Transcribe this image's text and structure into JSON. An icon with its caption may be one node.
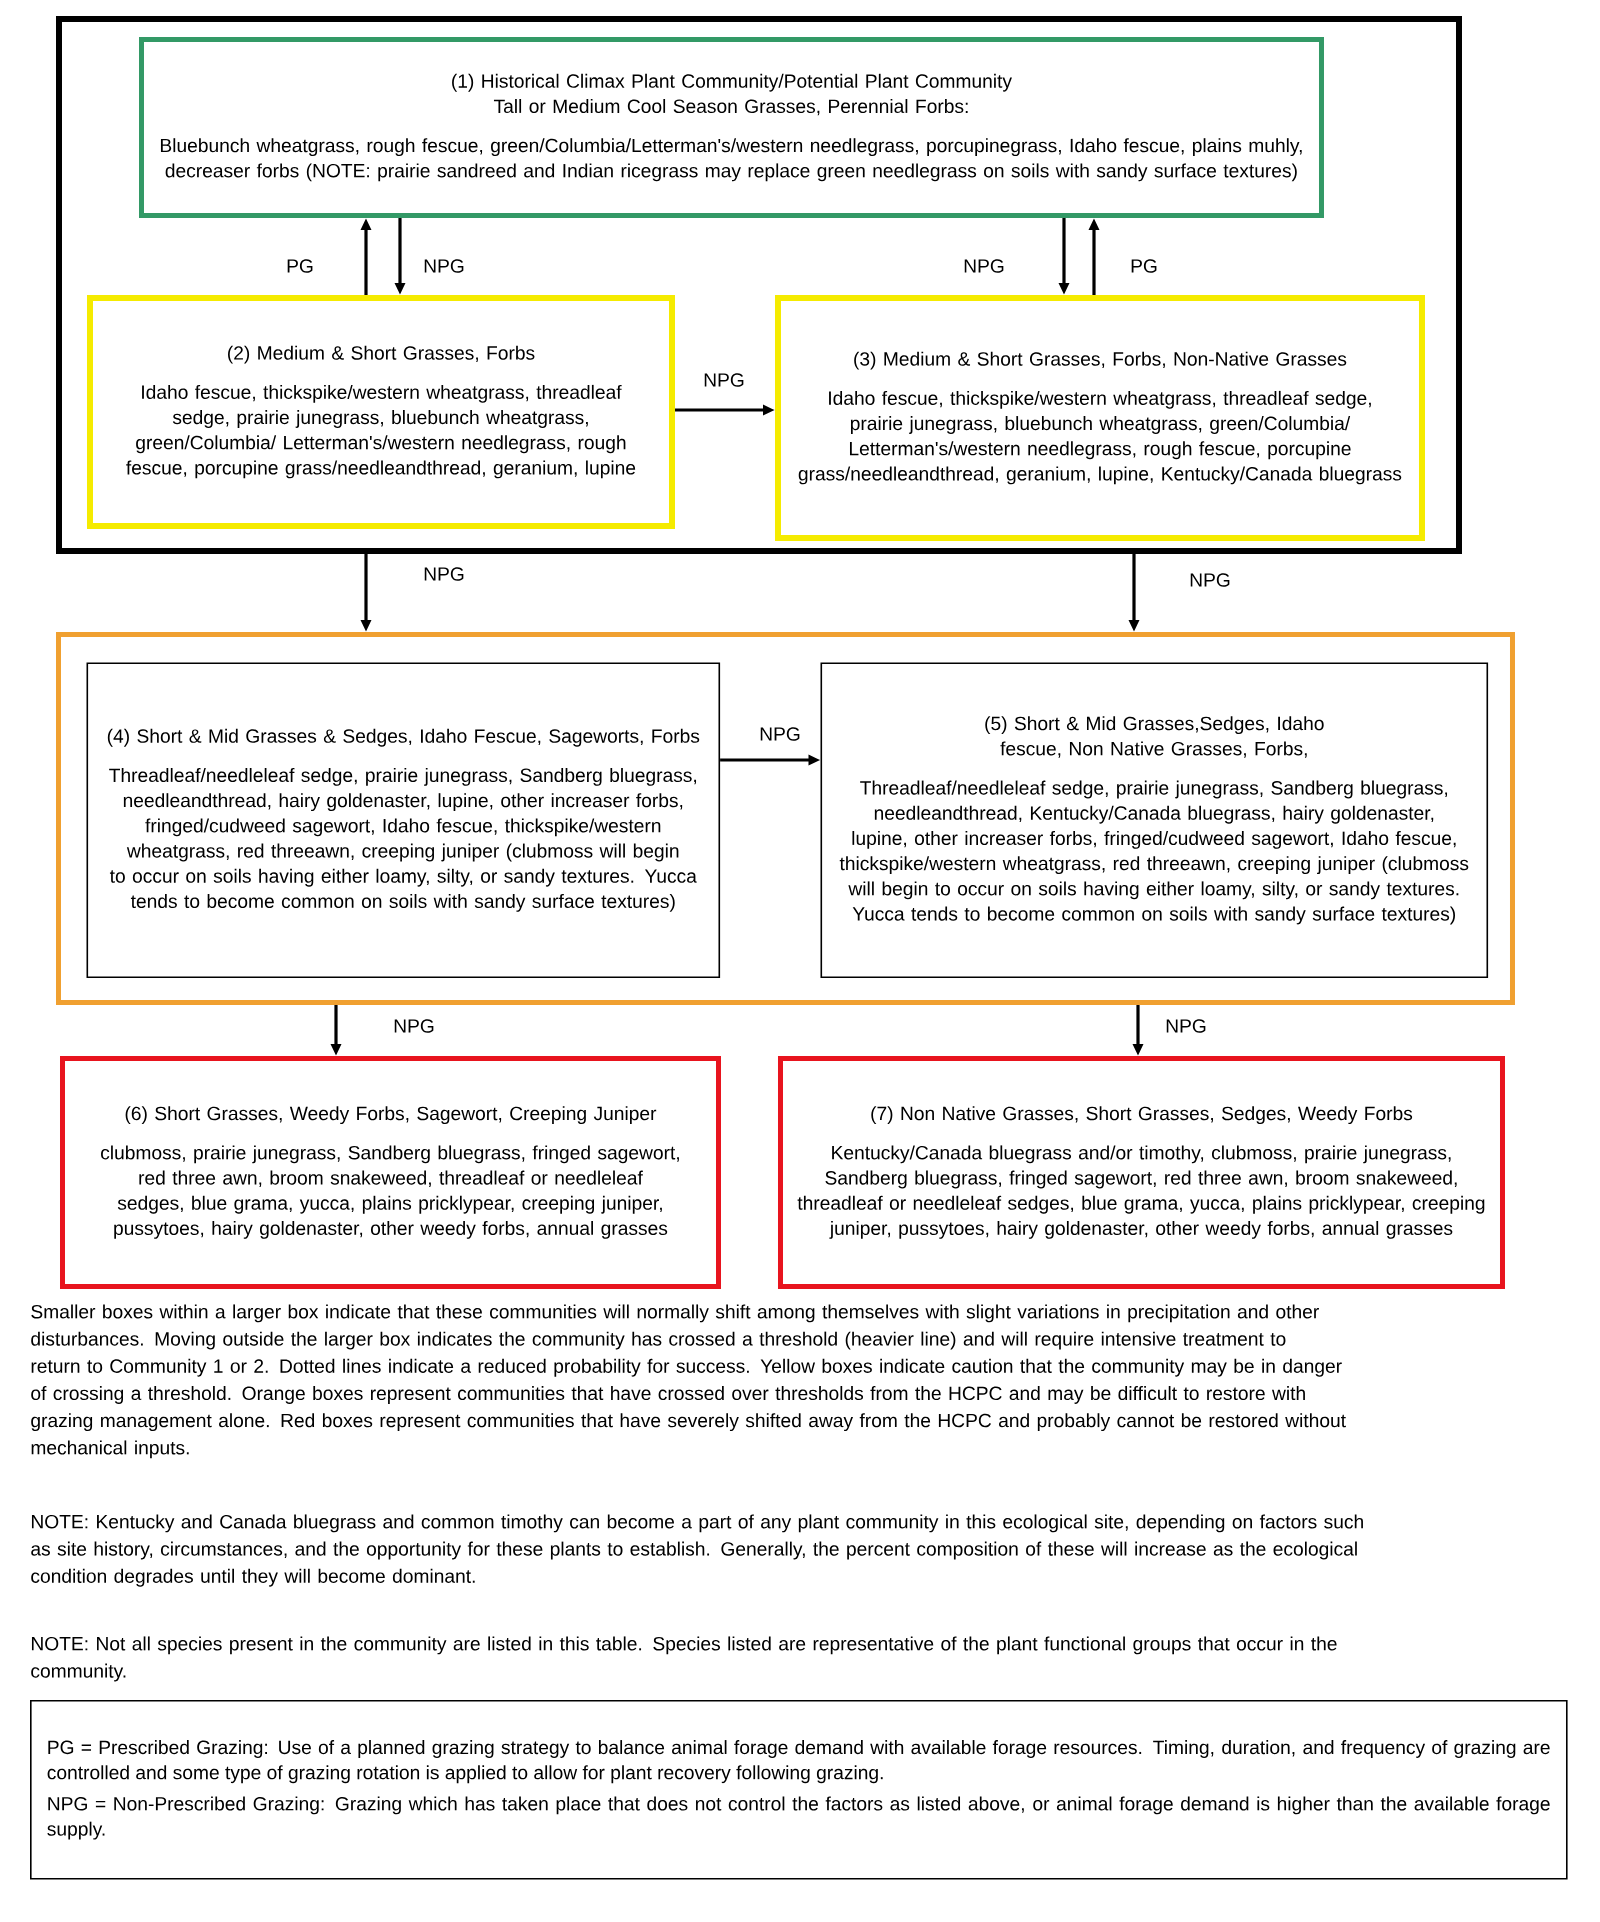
{
  "diagram": {
    "nodes": [
      {
        "text": [],
        "shape": "box"
      },
      {
        "text": [
          "(1) Historical Climax Plant Community/Potential Plant Community",
          "Tall or Medium Cool Season Grasses, Perennial Forbs:",
          "Bluebunch wheatgrass, rough fescue, green/Columbia/Letterman's/western needlegrass, porcupinegrass, Idaho fescue, plains muhly, decreaser forbs (NOTE: prairie sandreed and Indian ricegrass may replace green needlegrass on soils with sandy surface textures)"
        ],
        "in": 0
      },
      {
        "text": [
          "(2) Medium & Short Grasses, Forbs",
          "Idaho fescue, thickspike/western wheatgrass, threadleaf sedge, prairie junegrass, bluebunch wheatgrass, green/Columbia/ Letterman's/western needlegrass, rough fescue, porcupine grass/needleandthread, geranium, lupine"
        ],
        "in": 0
      },
      {
        "text": [
          "(3) Medium & Short Grasses, Forbs, Non-Native Grasses",
          "Idaho fescue, thickspike/western wheatgrass, threadleaf sedge, prairie junegrass, bluebunch wheatgrass, green/Columbia/ Letterman's/western needlegrass, rough fescue, porcupine grass/needleandthread, geranium, lupine, Kentucky/Canada bluegrass"
        ],
        "in": 0
      },
      {
        "text": [],
        "shape": "box"
      },
      {
        "text": [
          "(4) Short & Mid Grasses & Sedges, Idaho Fescue, Sageworts, Forbs",
          "Threadleaf/needleleaf sedge, prairie junegrass, Sandberg bluegrass, needleandthread, hairy goldenaster, lupine, other increaser forbs, fringed/cudweed sagewort, Idaho fescue, thickspike/western wheatgrass, red threeawn, creeping juniper (clubmoss will begin to occur on soils having either loamy, silty, or sandy textures. Yucca tends to become common on soils with sandy surface textures)"
        ],
        "in": 4
      },
      {
        "text": [
          "(5) Short & Mid Grasses,Sedges, Idaho fescue, Non Native Grasses, Forbs,",
          "Threadleaf/needleleaf sedge, prairie junegrass, Sandberg bluegrass, needleandthread, Kentucky/Canada bluegrass, hairy goldenaster, lupine, other increaser forbs, fringed/cudweed sagewort, Idaho fescue, thickspike/western wheatgrass, red threeawn, creeping juniper (clubmoss will begin to occur on soils having either loamy, silty, or sandy textures. Yucca tends to become common on soils with sandy surface textures)"
        ],
        "in": 4
      },
      {
        "text": [
          "(6) Short Grasses, Weedy Forbs, Sagewort, Creeping Juniper",
          "clubmoss, prairie junegrass, Sandberg bluegrass, fringed sagewort, red three awn, broom snakeweed, threadleaf or needleleaf sedges, blue grama, yucca, plains pricklypear, creeping juniper, pussytoes, hairy goldenaster, other weedy forbs, annual grasses"
        ]
      },
      {
        "text": [
          "(7) Non Native Grasses, Short Grasses, Sedges, Weedy Forbs",
          "Kentucky/Canada bluegrass and/or timothy, clubmoss, prairie junegrass, Sandberg bluegrass, fringed sagewort, red three awn, broom snakeweed, threadleaf or needleleaf sedges, blue grama, yucca, plains pricklypear, creeping juniper, pussytoes, hairy goldenaster, other weedy forbs, annual grasses"
        ]
      },
      {
        "text": [
          "PG = Prescribed Grazing: Use of a planned grazing strategy to balance animal forage demand with available forage resources. Timing, duration, and frequency of grazing are controlled and some type of grazing rotation is applied to allow for plant recovery following grazing.",
          "NPG = Non-Prescribed Grazing: Grazing which has taken place that does not control the factors as listed above, or animal forage demand is higher than the available forage supply."
        ]
      }
    ],
    "edges": [
      {
        "from": 2,
        "to": 1,
        "arrow": "to",
        "label": "PG"
      },
      {
        "from": 1,
        "to": 2,
        "arrow": "to",
        "label": "NPG"
      },
      {
        "from": 1,
        "to": 3,
        "arrow": "to",
        "label": "NPG"
      },
      {
        "from": 3,
        "to": 1,
        "arrow": "to",
        "label": "PG"
      },
      {
        "from": 2,
        "to": 3,
        "arrow": "to",
        "label": "NPG"
      },
      {
        "from": 0,
        "to": 4,
        "arrow": "to",
        "label": "NPG"
      },
      {
        "from": 0,
        "to": 4,
        "arrow": "to",
        "label": "NPG"
      },
      {
        "from": 5,
        "to": 6,
        "arrow": "to",
        "label": "NPG"
      },
      {
        "from": 4,
        "to": 7,
        "arrow": "to",
        "label": "NPG"
      },
      {
        "from": 4,
        "to": 8,
        "arrow": "to",
        "label": "NPG"
      }
    ],
    "labels": [
      "Smaller boxes within a larger box indicate that these communities will normally shift among themselves with slight variations in precipitation and other disturbances. Moving outside the larger box indicates the community has crossed a threshold (heavier line) and will require intensive treatment to return to Community 1 or 2. Dotted lines indicate a reduced probability for success. Yellow boxes indicate caution that the community may be in danger of crossing a threshold. Orange boxes represent communities that have crossed over thresholds from the HCPC and may be difficult to restore with grazing management alone. Red boxes represent communities that have severely shifted away from the HCPC and probably cannot be restored without mechanical inputs.",
      "NOTE: Kentucky and Canada bluegrass and common timothy can become a part of any plant community in this ecological site, depending on factors such as site history, circumstances, and the opportunity for these plants to establish. Generally, the percent composition of these will increase as the ecological condition degrades until they will become dominant.",
      "NOTE: Not all species present in the community are listed in this table. Species listed are representative of the plant functional groups that occur in the community."
    ]
  }
}
